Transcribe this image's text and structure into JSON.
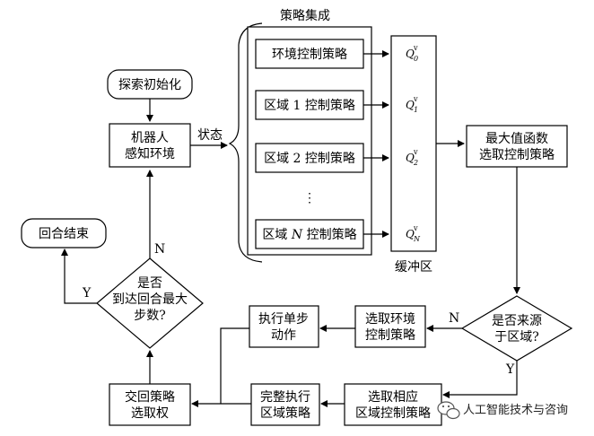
{
  "strategy_group_title": "策略集成",
  "strategies": [
    {
      "label": "环境控制策略",
      "q": "Q",
      "sub": "0",
      "sup": "v"
    },
    {
      "label": "区域 1 控制策略",
      "q": "Q",
      "sub": "1",
      "sup": "v"
    },
    {
      "label": "区域 2 控制策略",
      "q": "Q",
      "sub": "2",
      "sup": "v"
    },
    {
      "label": "⋮",
      "q": "",
      "sub": "",
      "sup": ""
    },
    {
      "label_pre": "区域 ",
      "label_var": "N",
      "label_post": " 控制策略",
      "q": "Q",
      "sub": "N",
      "sup": "v"
    }
  ],
  "buffer_label": "缓冲区",
  "explore_init": "探索初始化",
  "robot_sense": [
    "机器人",
    "感知环境"
  ],
  "state_label": "状态",
  "max_value": [
    "最大值函数",
    "选取控制策略"
  ],
  "from_region": [
    "是否来源",
    "于区域?"
  ],
  "select_env": [
    "选取环境",
    "控制策略"
  ],
  "single_step": [
    "执行单步",
    "动作"
  ],
  "select_region": [
    "选取相应",
    "区域控制策略"
  ],
  "full_exec": [
    "完整执行",
    "区域策略"
  ],
  "return_control": [
    "交回策略",
    "选取权"
  ],
  "reach_max": [
    "是否",
    "到达回合最大",
    "步数?"
  ],
  "episode_end": "回合结束",
  "yes_label": "Y",
  "no_label": "N",
  "watermark": "人工智能技术与咨询"
}
